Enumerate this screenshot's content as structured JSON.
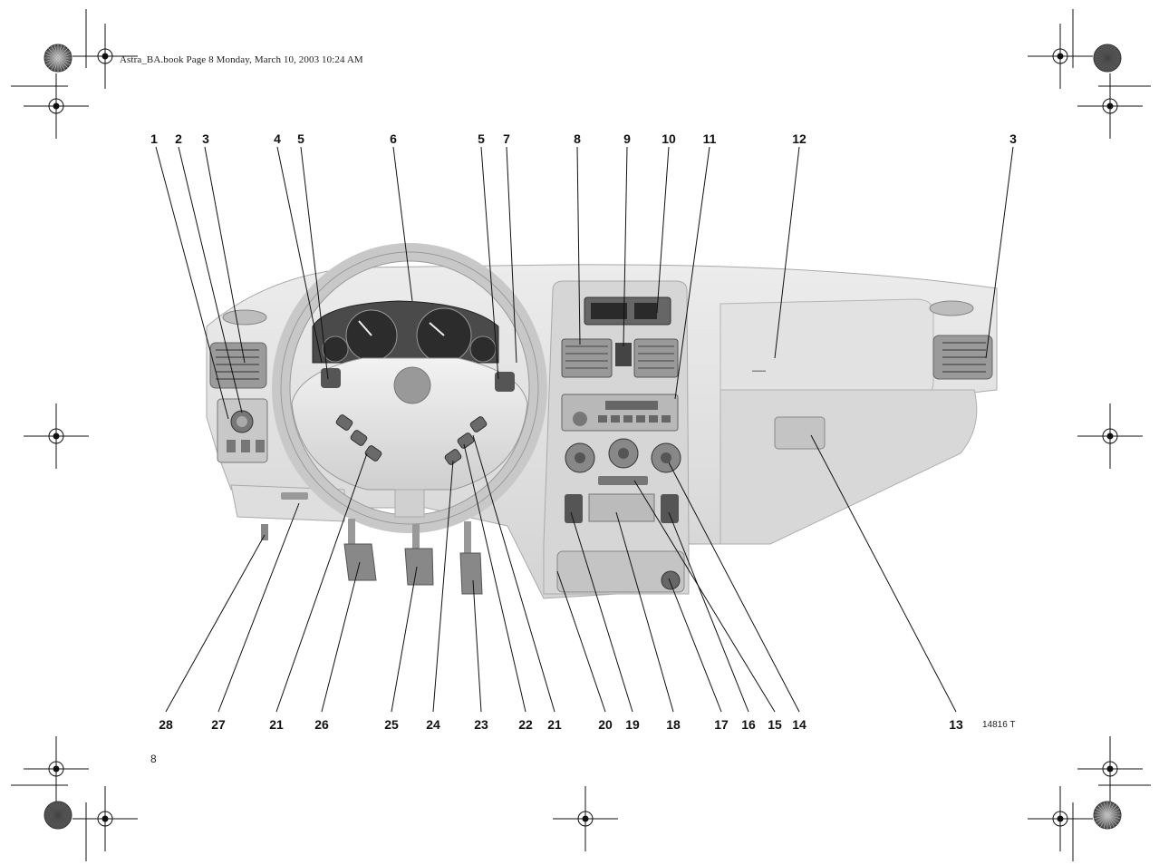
{
  "header": {
    "text": "Astra_BA.book  Page 8  Monday, March 10, 2003  10:24 AM"
  },
  "page_number": "8",
  "figure_code": "14816 T",
  "callouts_top": [
    "1",
    "2",
    "3",
    "4",
    "5",
    "6",
    "5",
    "7",
    "8",
    "9",
    "10",
    "11",
    "12",
    "3"
  ],
  "callouts_bottom": [
    "28",
    "27",
    "21",
    "26",
    "25",
    "24",
    "23",
    "22",
    "21",
    "20",
    "19",
    "18",
    "17",
    "16",
    "15",
    "14",
    "13"
  ],
  "colors": {
    "line": "#111111",
    "dash_light": "#e6e6e6",
    "dash_mid": "#cfcfcf",
    "dash_dark": "#8a8a8a"
  }
}
